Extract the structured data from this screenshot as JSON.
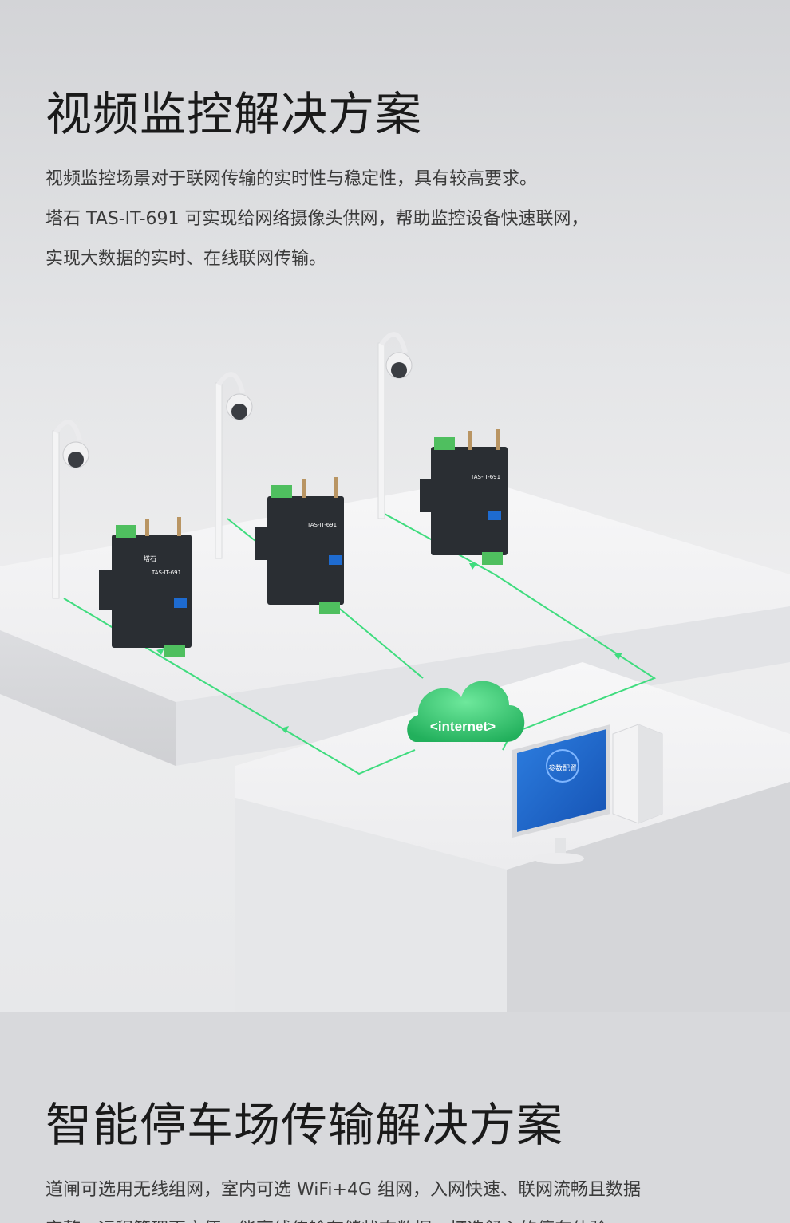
{
  "section1": {
    "title": "视频监控解决方案",
    "desc_lines": [
      "视频监控场景对于联网传输的实时性与稳定性，具有较高要求。",
      "塔石 TAS-IT-691 可实现给网络摄像头供网，帮助监控设备快速联网，",
      "实现大数据的实时、在线联网传输。"
    ]
  },
  "scene": {
    "cloud_label": "<internet>",
    "device_brand": "塔石",
    "device_model": "TAS-IT-691",
    "monitor_text": "参数配置",
    "colors": {
      "accent": "#2fcf73",
      "line": "#3fdc7e",
      "device": "#2a2e33",
      "terminal": "#4fbf5f",
      "screen": "#1e6bd0"
    }
  },
  "section2": {
    "title": "智能停车场传输解决方案",
    "desc_lines": [
      "道闸可选用无线组网，室内可选 WiFi+4G 组网，入网快速、联网流畅且数据",
      "完整，远程管理更方便，能离线传输存储状态数据，打造舒心的停车体验。"
    ]
  }
}
